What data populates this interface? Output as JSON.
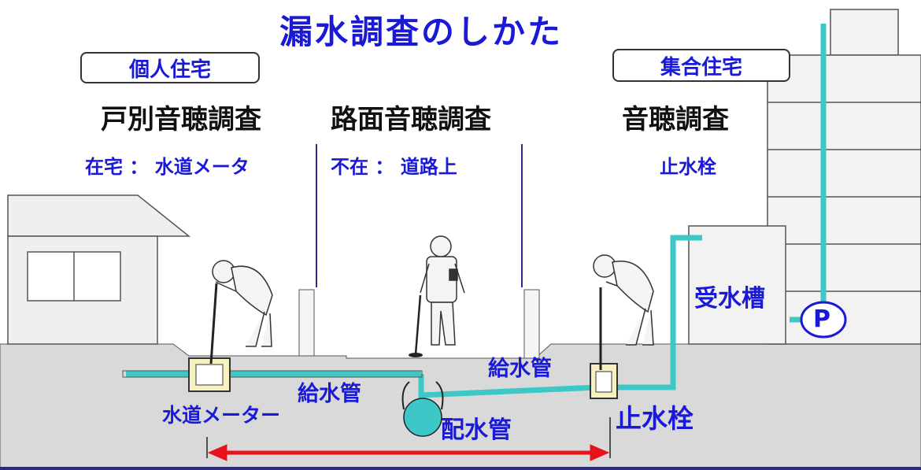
{
  "title": "漏水調査のしかた",
  "categories": {
    "individual": "個人住宅",
    "collective": "集合住宅"
  },
  "methods": {
    "left": {
      "heading": "戸別音聴調査",
      "sub": "在宅 ： 水道メータ"
    },
    "center": {
      "heading": "路面音聴調査",
      "sub": "不在 ： 道路上"
    },
    "right": {
      "heading": "音聴調査",
      "sub": "止水栓"
    }
  },
  "labels": {
    "tank": "受水槽",
    "pump": "P",
    "supply_pipe_upper": "給水管",
    "supply_pipe_lower": "給水管",
    "meter": "水道メーター",
    "main_pipe": "配水管",
    "stopcock": "止水栓"
  },
  "colors": {
    "text_blue": "#1a1ad6",
    "pipe": "#3ec7c7",
    "arrow": "#e8121b",
    "ground": "#d9d9d9",
    "building": "#f0f0f0"
  }
}
